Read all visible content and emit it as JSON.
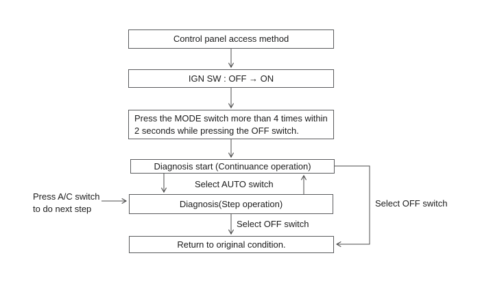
{
  "diagram": {
    "type": "flowchart",
    "title": "Control panel access method",
    "boxes": [
      {
        "id": "control-panel-access-method",
        "label": "Control panel access method"
      },
      {
        "id": "ign-sw-off-on",
        "label": "IGN SW : OFF → ON"
      },
      {
        "id": "press-mode-switch",
        "label": "Press the MODE switch more than 4 times within 2 seconds while pressing the OFF switch."
      },
      {
        "id": "diagnosis-start",
        "label": "Diagnosis start (Continuance operation)"
      },
      {
        "id": "diagnosis-step",
        "label": "Diagnosis(Step operation)"
      },
      {
        "id": "return-original",
        "label": "Return to original condition."
      }
    ],
    "edge_labels": {
      "select_auto": "Select AUTO switch",
      "select_off_down": "Select OFF switch",
      "select_off_loop": "Select OFF switch",
      "press_ac_line1": "Press A/C switch",
      "press_ac_line2": "to do next step"
    },
    "colors": {
      "background": "#ffffff",
      "box_border": "#58595b",
      "line": "#4a4a4a",
      "text": "#1a1a1a"
    }
  }
}
